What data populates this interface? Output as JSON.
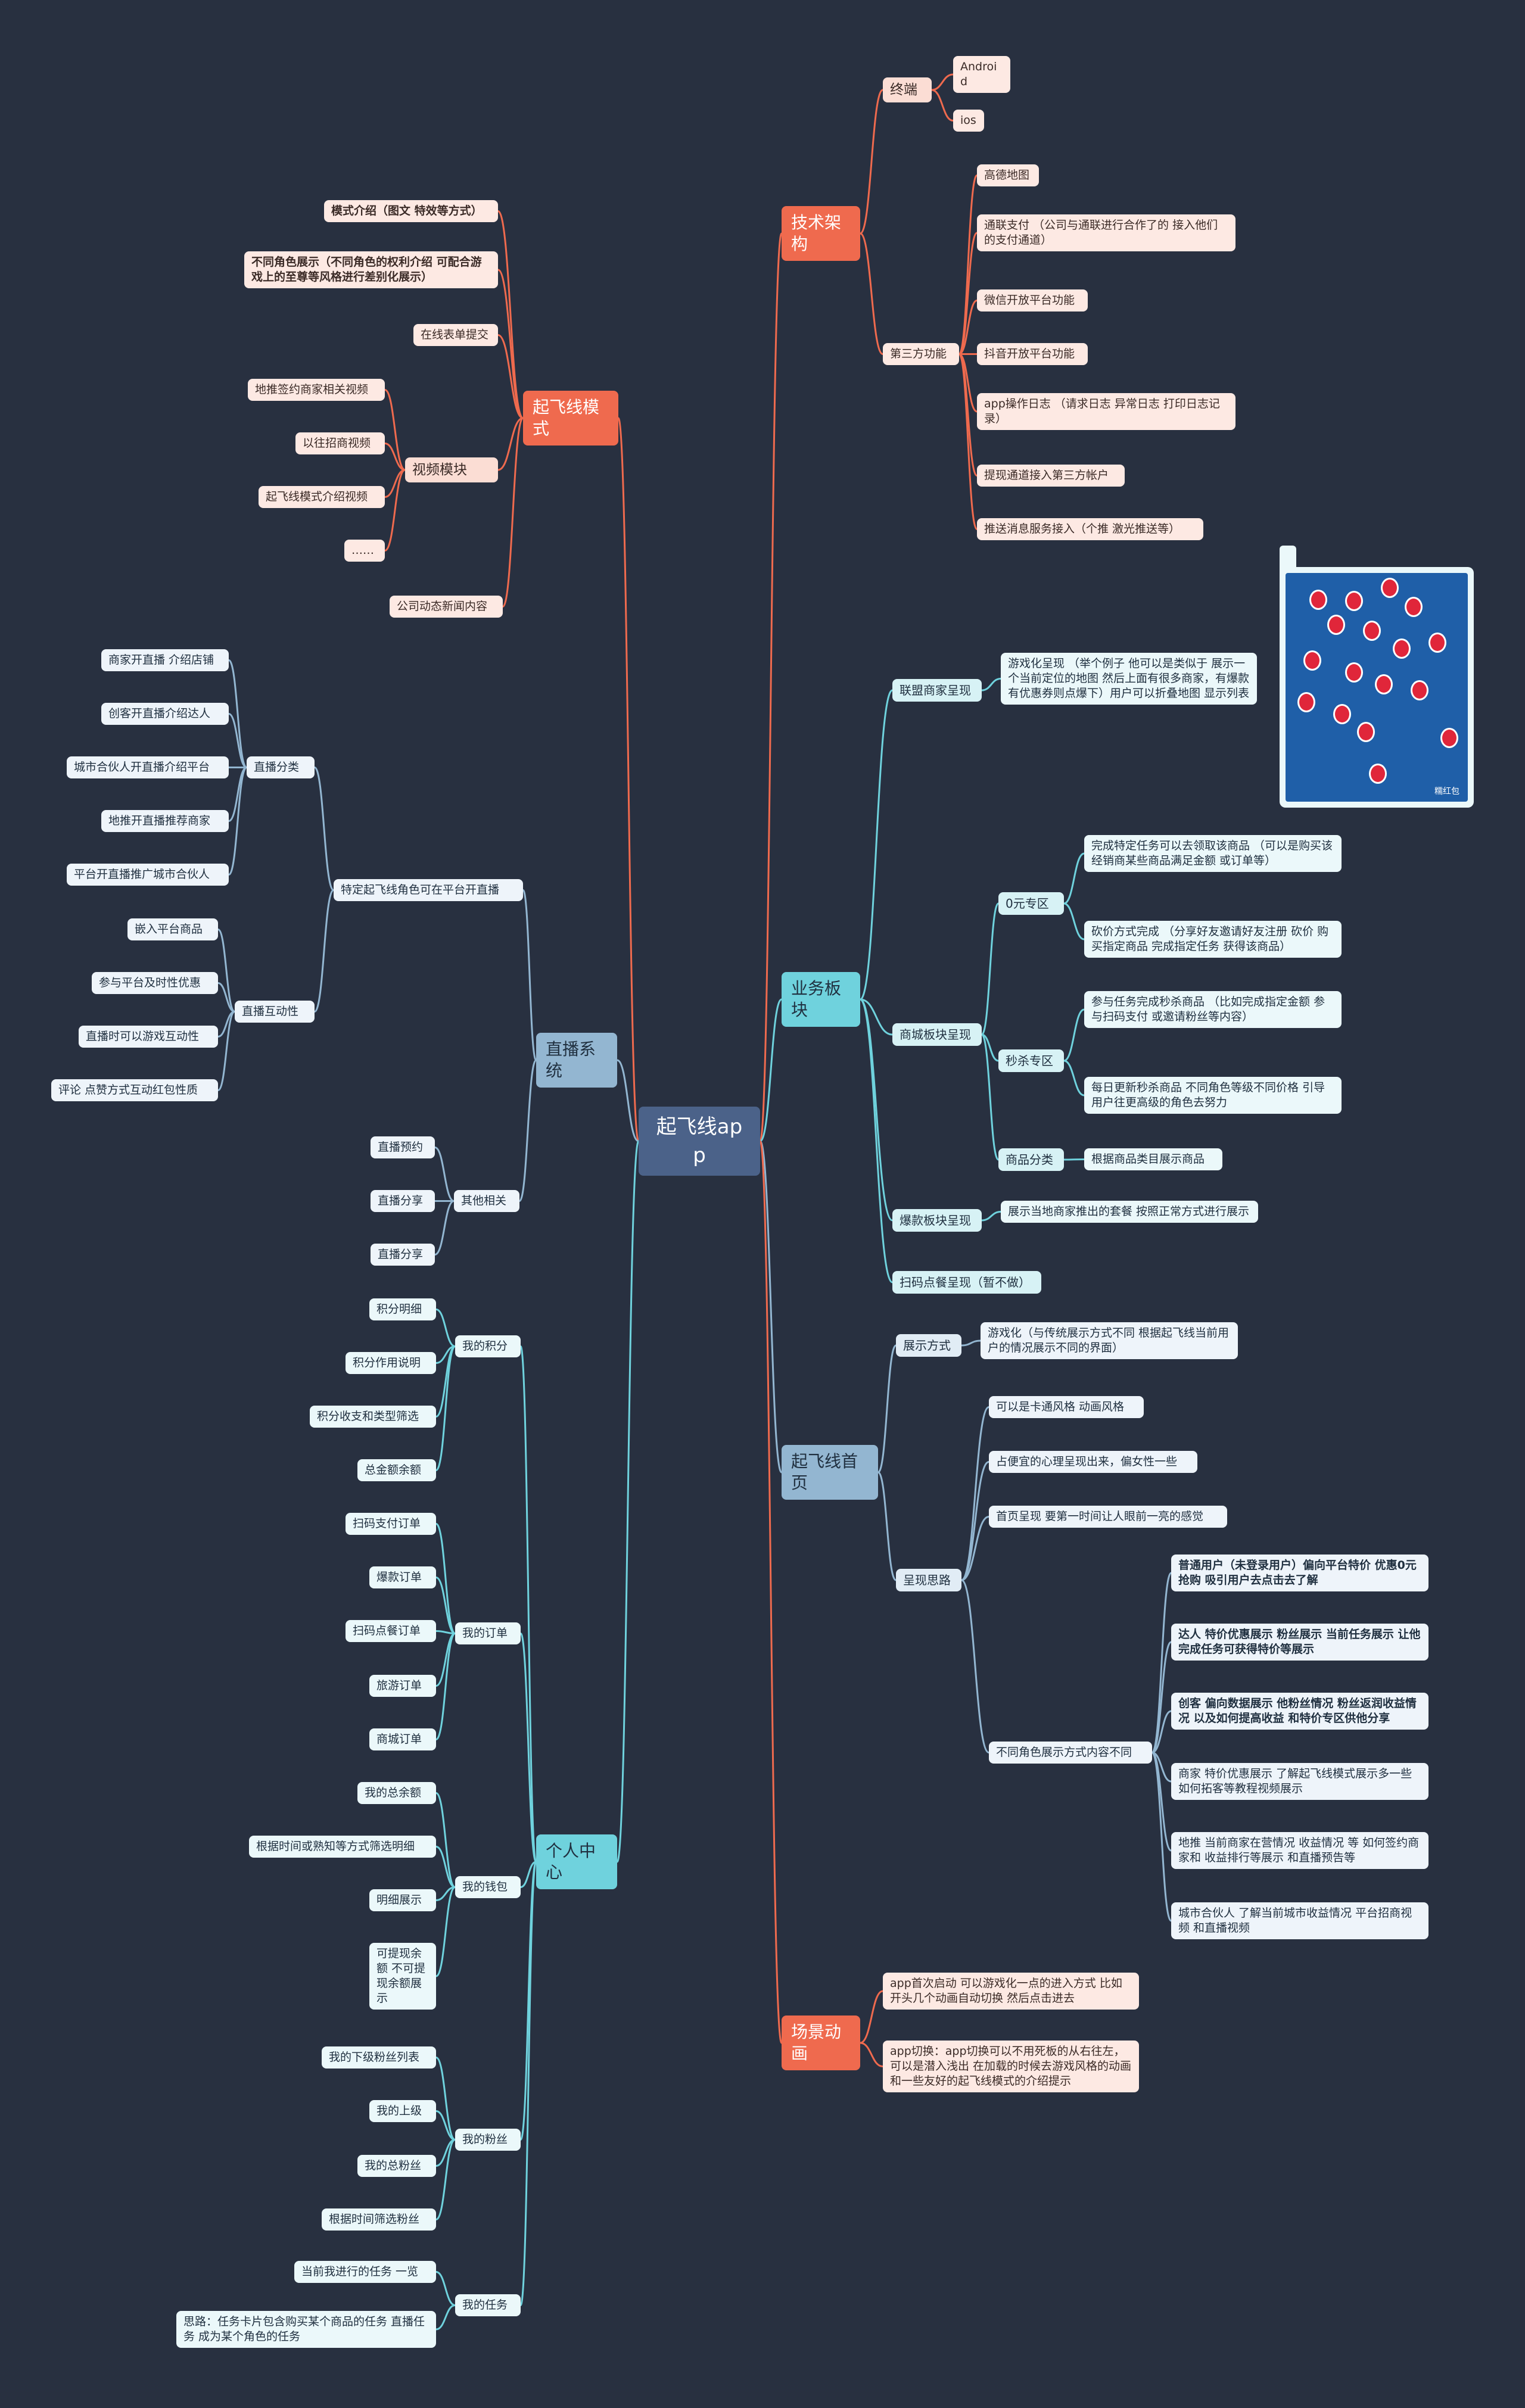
{
  "root": {
    "label": "起飞线app"
  },
  "right": {
    "tech": {
      "label": "技术架构",
      "terminal": {
        "label": "终端",
        "items": [
          "Android",
          "ios"
        ]
      },
      "third": {
        "label": "第三方功能",
        "items": [
          "高德地图",
          "通联支付 （公司与通联进行合作了的 接入他们的支付通道）",
          "微信开放平台功能",
          "抖音开放平台功能",
          "app操作日志 （请求日志 异常日志 打印日志记录）",
          "提现通道接入第三方帐户",
          "推送消息服务接入（个推 激光推送等）"
        ]
      }
    },
    "business": {
      "label": "业务板块",
      "alliance": {
        "label": "联盟商家呈现",
        "detail": "游戏化呈现 （举个例子 他可以是类似于 展示一个当前定位的地图 然后上面有很多商家，有爆款 有优惠券则点爆下）用户可以折叠地图 显示列表"
      },
      "mall": {
        "label": "商城板块呈现",
        "zero": {
          "label": "0元专区",
          "items": [
            "完成特定任务可以去领取该商品 （可以是购买该经销商某些商品满足金额 或订单等）",
            "砍价方式完成 （分享好友邀请好友注册 砍价 购买指定商品 完成指定任务 获得该商品）"
          ]
        },
        "flash": {
          "label": "秒杀专区",
          "items": [
            "参与任务完成秒杀商品 （比如完成指定金额 参与扫码支付 或邀请粉丝等内容）",
            "每日更新秒杀商品 不同角色等级不同价格 引导用户往更高级的角色去努力"
          ]
        },
        "category": {
          "label": "商品分类",
          "item": "根据商品类目展示商品"
        }
      },
      "hot": {
        "label": "爆款板块呈现",
        "detail": "展示当地商家推出的套餐 按照正常方式进行展示"
      },
      "scan": {
        "label": "扫码点餐呈现（暂不做）"
      }
    },
    "home": {
      "label": "起飞线首页",
      "display": {
        "label": "展示方式",
        "detail": "游戏化（与传统展示方式不同 根据起飞线当前用户的情况展示不同的界面）"
      },
      "idea": {
        "label": "呈现思路",
        "items": [
          "可以是卡通风格 动画风格",
          "占便宜的心理呈现出来，偏女性一些",
          "首页呈现 要第一时间让人眼前一亮的感觉"
        ],
        "roles": {
          "label": "不同角色展示方式内容不同",
          "items": [
            "普通用户（未登录用户）偏向平台特价 优惠0元抢购 吸引用户去点击去了解",
            "达人 特价优惠展示 粉丝展示 当前任务展示 让他完成任务可获得特价等展示",
            "创客 偏向数据展示 他粉丝情况 粉丝返润收益情况 以及如何提高收益 和特价专区供他分享",
            "商家 特价优惠展示 了解起飞线模式展示多一些 如何拓客等教程视频展示",
            "地推 当前商家在营情况 收益情况 等 如何签约商家和 收益排行等展示 和直播预告等",
            "城市合伙人 了解当前城市收益情况 平台招商视频 和直播视频"
          ]
        }
      }
    },
    "scene": {
      "label": "场景动画",
      "items": [
        "app首次启动 可以游戏化一点的进入方式 比如开头几个动画自动切换 然后点击进去",
        "app切换：app切换可以不用死板的从右往左，可以是潜入浅出 在加载的时候去游戏风格的动画 和一些友好的起飞线模式的介绍提示"
      ]
    }
  },
  "left": {
    "mode": {
      "label": "起飞线模式",
      "intro": "模式介绍（图文 特效等方式）",
      "roles": "不同角色展示（不同角色的权利介绍 可配合游戏上的至尊等风格进行差别化展示）",
      "form": "在线表单提交",
      "video": {
        "label": "视频模块",
        "items": [
          "地推签约商家相关视频",
          "以往招商视频",
          "起飞线模式介绍视频",
          "……"
        ]
      },
      "news": "公司动态新闻内容"
    },
    "live": {
      "label": "直播系统",
      "specific": {
        "label": "特定起飞线角色可在平台开直播",
        "cat": {
          "label": "直播分类",
          "items": [
            "商家开直播 介绍店铺",
            "创客开直播介绍达人",
            "城市合伙人开直播介绍平台",
            "地推开直播推荐商家",
            "平台开直播推广城市合伙人"
          ]
        },
        "interact": {
          "label": "直播互动性",
          "items": [
            "嵌入平台商品",
            "参与平台及时性优惠",
            "直播时可以游戏互动性",
            "评论 点赞方式互动红包性质"
          ]
        }
      },
      "other": {
        "label": "其他相关",
        "items": [
          "直播预约",
          "直播分享",
          "直播分享"
        ]
      }
    },
    "center": {
      "label": "个人中心",
      "points": {
        "label": "我的积分",
        "items": [
          "积分明细",
          "积分作用说明",
          "积分收支和类型筛选",
          "总金额余额"
        ]
      },
      "orders": {
        "label": "我的订单",
        "items": [
          "扫码支付订单",
          "爆款订单",
          "扫码点餐订单",
          "旅游订单",
          "商城订单"
        ]
      },
      "wallet": {
        "label": "我的钱包",
        "items": [
          "我的总余额",
          "根据时间或熟知等方式筛选明细",
          "明细展示",
          "可提现余额 不可提现余额展示"
        ]
      },
      "fans": {
        "label": "我的粉丝",
        "items": [
          "我的下级粉丝列表",
          "我的上级",
          "我的总粉丝",
          "根据时间筛选粉丝"
        ]
      },
      "tasks": {
        "label": "我的任务",
        "items": [
          "当前我进行的任务 一览",
          "思路：任务卡片包含购买某个商品的任务 直播任务 成为某个角色的任务"
        ]
      }
    }
  },
  "map_image": {
    "caption": "糯红包"
  },
  "colors": {
    "background": "#283040",
    "orange": "#ef6a4e",
    "cyan": "#6fd2dd",
    "blue": "#93b6d1",
    "root": "#4b6289"
  }
}
